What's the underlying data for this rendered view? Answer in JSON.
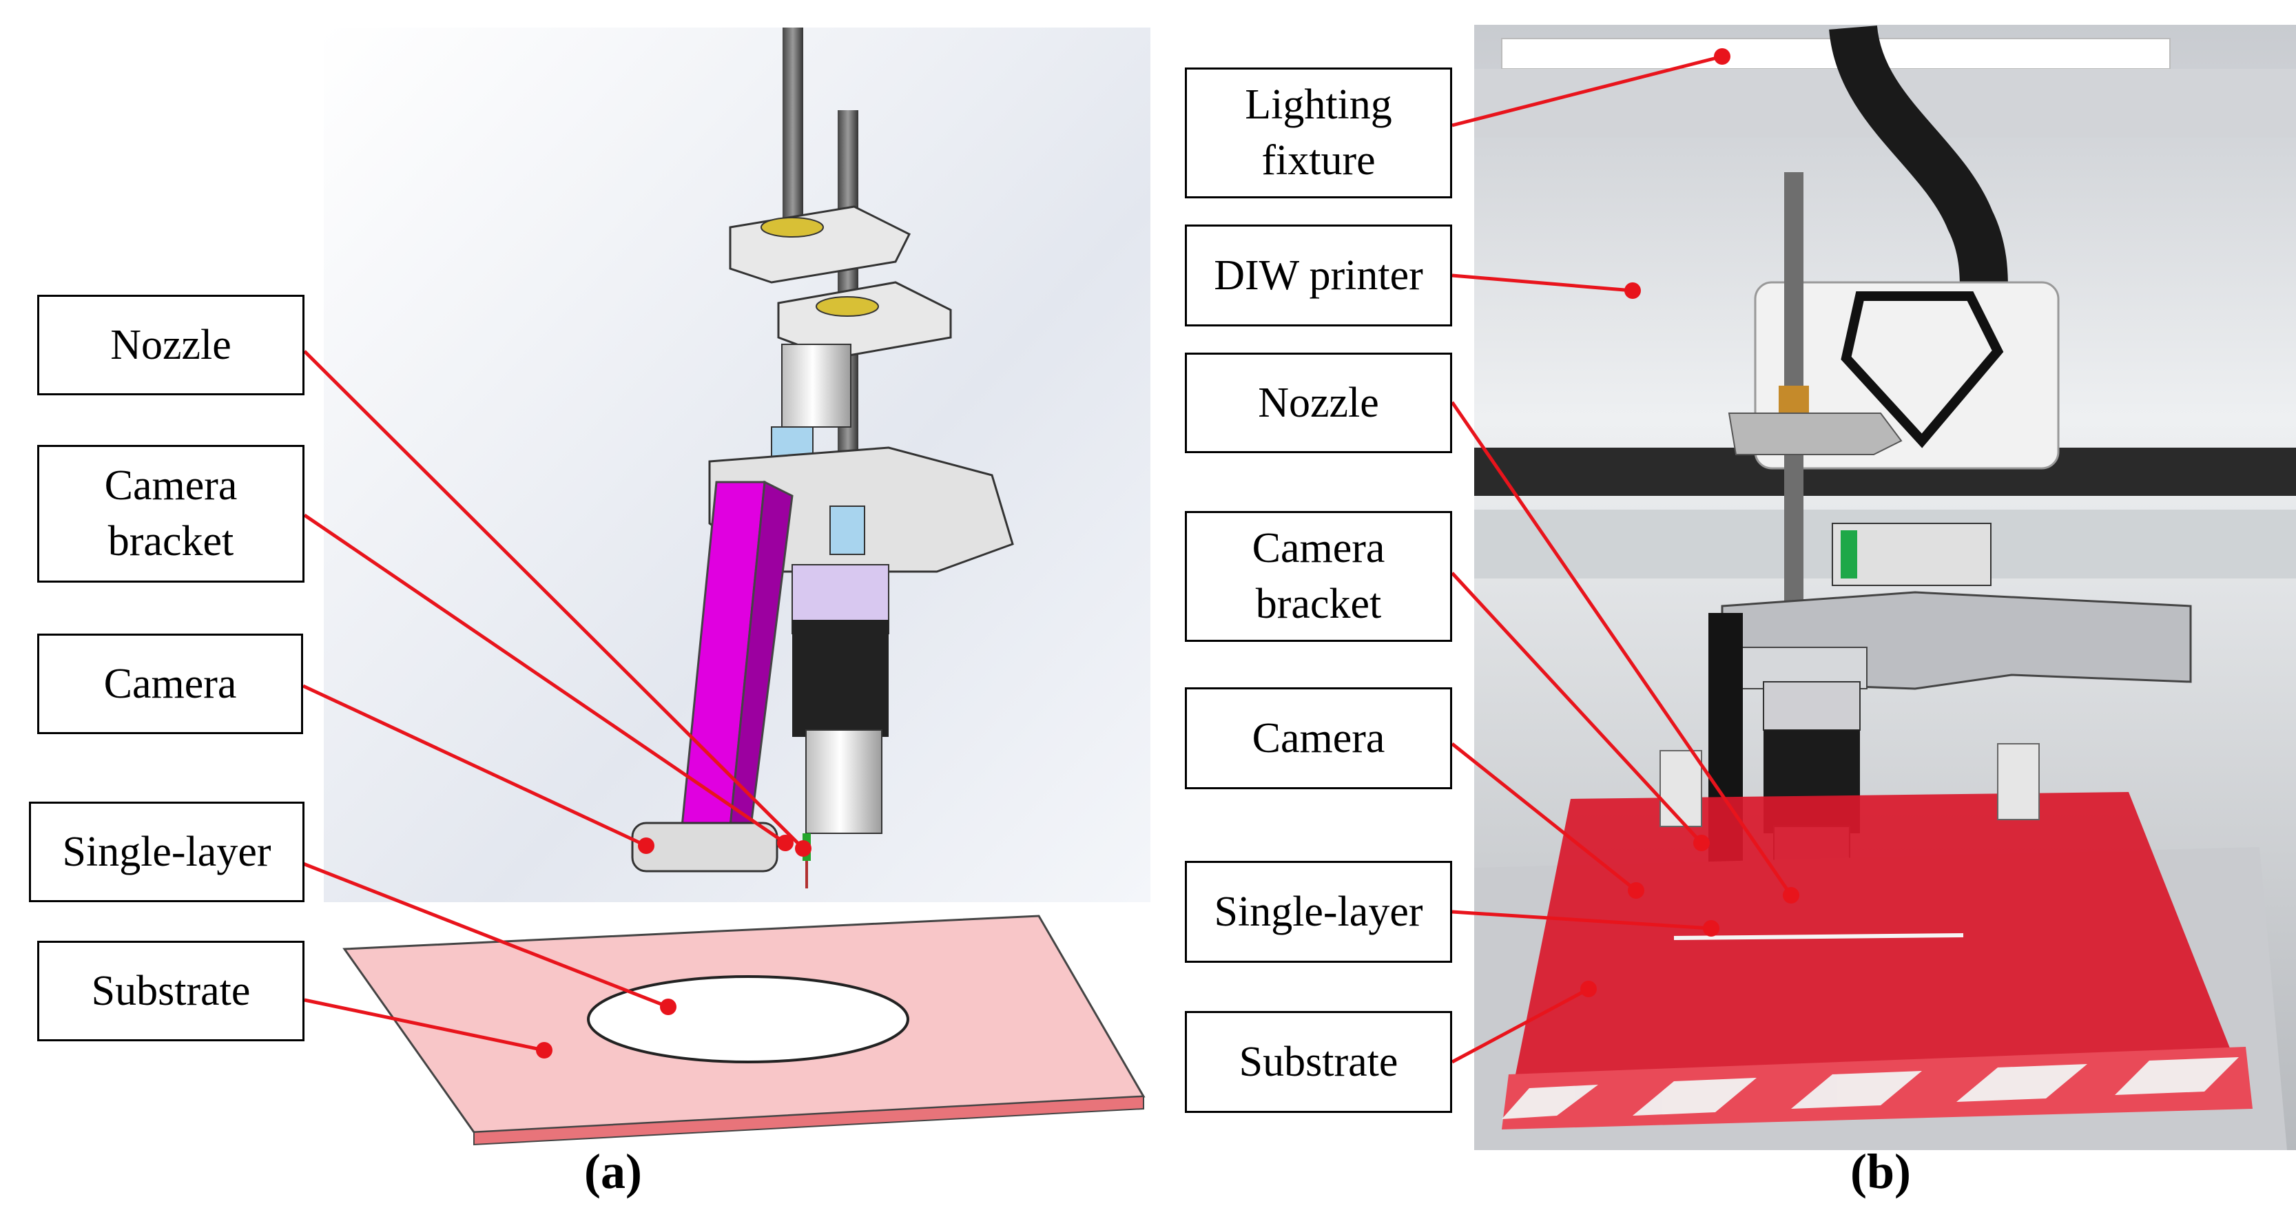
{
  "panel_a": {
    "caption": "(a)",
    "labels": {
      "nozzle": "Nozzle",
      "camera_bracket": "Camera\nbracket",
      "camera": "Camera",
      "single_layer": "Single-layer",
      "substrate": "Substrate"
    }
  },
  "panel_b": {
    "caption": "(b)",
    "labels": {
      "lighting_fixture": "Lighting\nfixture",
      "diw_printer": "DIW printer",
      "nozzle": "Nozzle",
      "camera_bracket": "Camera\nbracket",
      "camera": "Camera",
      "single_layer": "Single-layer",
      "substrate": "Substrate"
    }
  },
  "colors": {
    "leader_line": "#e8141c",
    "bracket": "#e000e0",
    "substrate": "#f8c6c8",
    "photo_red": "#d9182b"
  }
}
